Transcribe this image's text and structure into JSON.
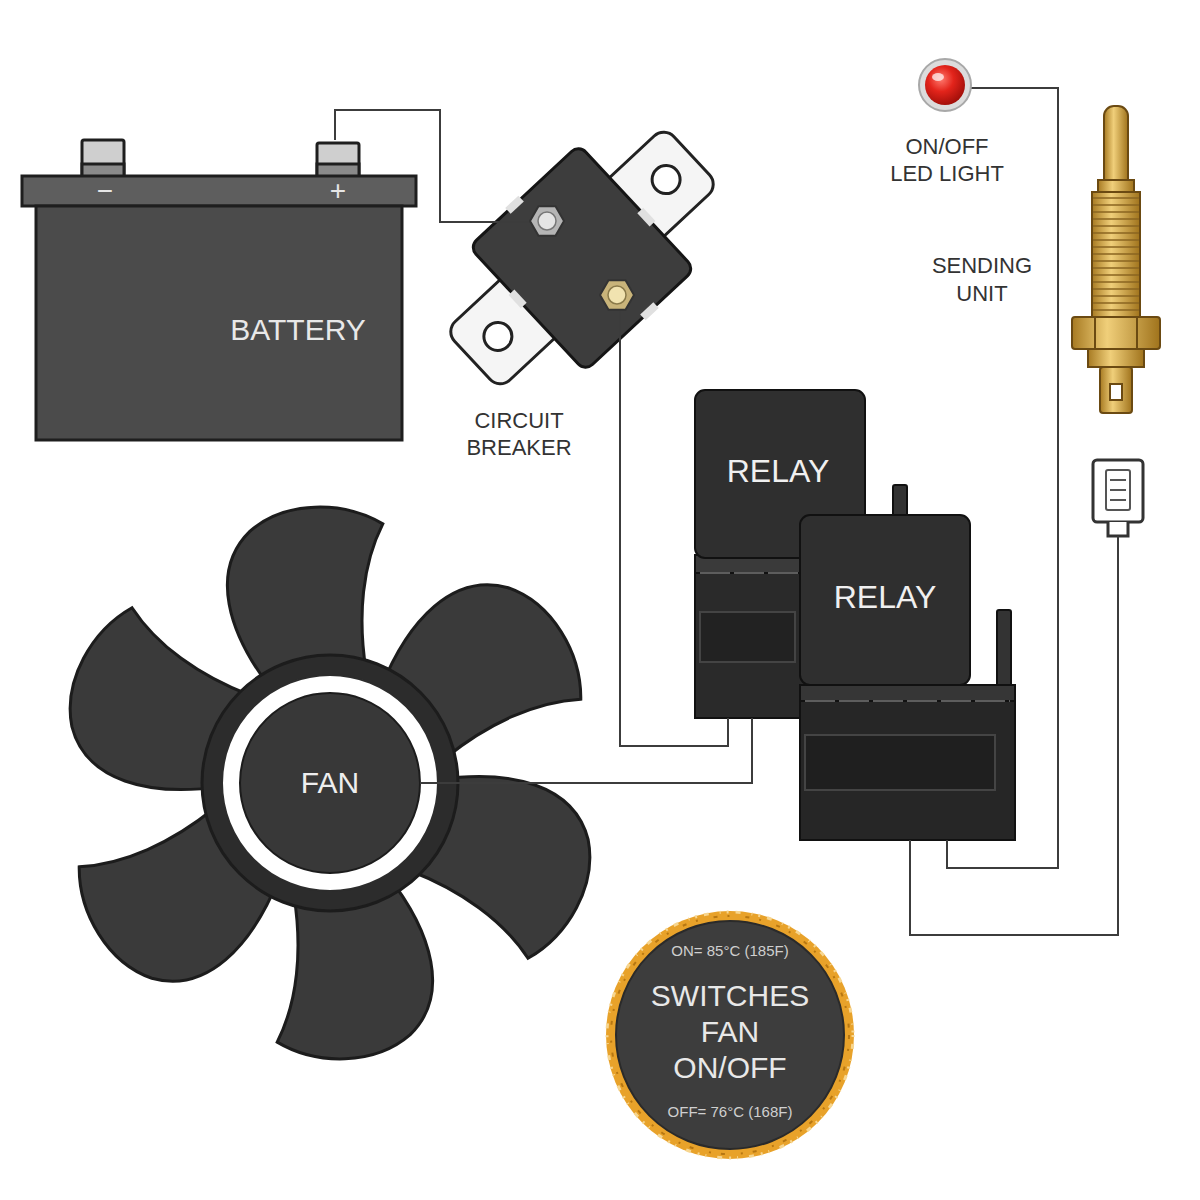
{
  "diagram": {
    "nodes": [
      {
        "text": [
          "−",
          "+",
          "BATTERY"
        ]
      },
      {
        "text": [
          "CIRCUIT BREAKER"
        ]
      },
      {
        "text": [
          "ON/OFF LED LIGHT"
        ]
      },
      {
        "text": [
          "SENDING UNIT"
        ]
      },
      {
        "text": [
          "RELAY"
        ]
      },
      {
        "text": [
          "RELAY"
        ]
      },
      {
        "text": [
          "FAN"
        ]
      },
      {
        "text": [
          "ON= 85°C (185F)",
          "SWITCHES FAN ON/OFF",
          "OFF= 76°C (168F)"
        ]
      }
    ],
    "edges": [
      {
        "from": 0,
        "to": 1,
        "arrow": "none"
      },
      {
        "from": 1,
        "to": 4,
        "arrow": "none"
      },
      {
        "from": 6,
        "to": 4,
        "arrow": "none"
      },
      {
        "from": 5,
        "to": 2,
        "arrow": "none"
      },
      {
        "from": 5,
        "to": 3,
        "arrow": "none"
      }
    ]
  }
}
